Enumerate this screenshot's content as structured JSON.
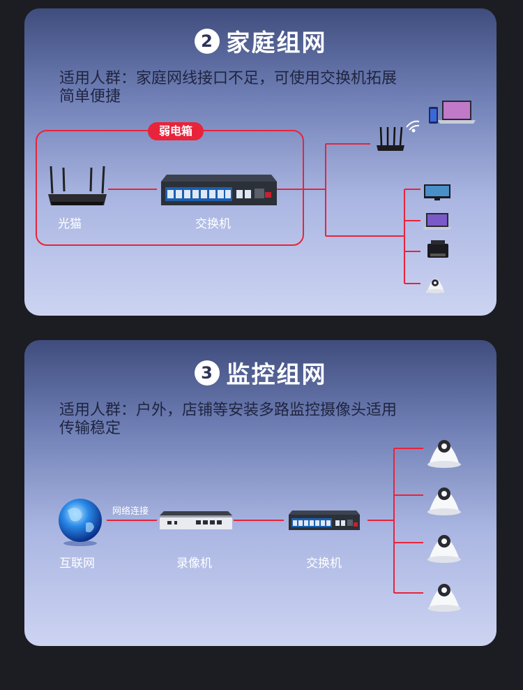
{
  "section_home": {
    "number": "2",
    "title": "家庭组网",
    "desc_line1": "适用人群：家庭网线接口不足，可使用交换机拓展",
    "desc_line2": "简单便捷",
    "badge": "弱电箱",
    "modem_label": "光猫",
    "switch_label": "交换机"
  },
  "section_monitor": {
    "number": "3",
    "title": "监控组网",
    "desc_line1": "适用人群：户外，店铺等安装多路监控摄像头适用",
    "desc_line2": "传输稳定",
    "internet_label": "互联网",
    "link_label": "网络连接",
    "nvr_label": "录像机",
    "switch_label": "交换机"
  },
  "colors": {
    "accent_red": "#e8233a",
    "card_top": "#3f4c7d",
    "card_bottom": "#cdd4f2"
  }
}
